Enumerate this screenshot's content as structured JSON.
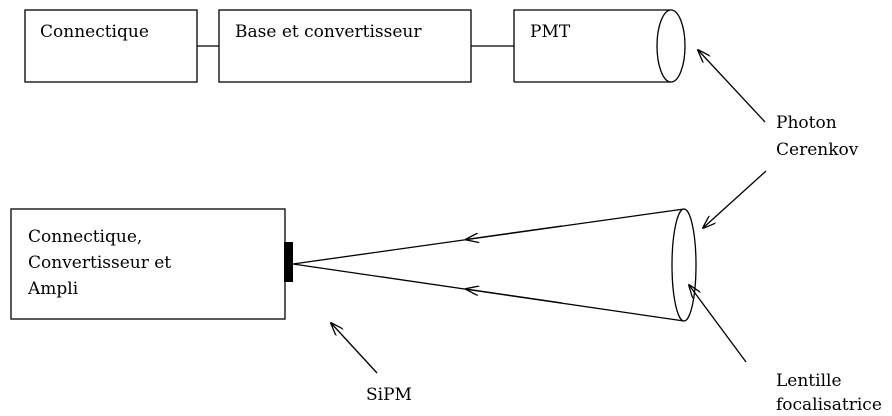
{
  "top_row": {
    "connectique_label": "Connectique",
    "base_label": "Base et convertisseur",
    "pmt_label": "PMT"
  },
  "bottom_row": {
    "box_lines": [
      "Connectique,",
      "Convertisseur et",
      "Ampli"
    ]
  },
  "annotations": {
    "photon_lines": [
      "Photon",
      "Cerenkov"
    ],
    "lens_lines": [
      "Lentille",
      "focalisatrice"
    ],
    "sipm_label": "SiPM"
  }
}
